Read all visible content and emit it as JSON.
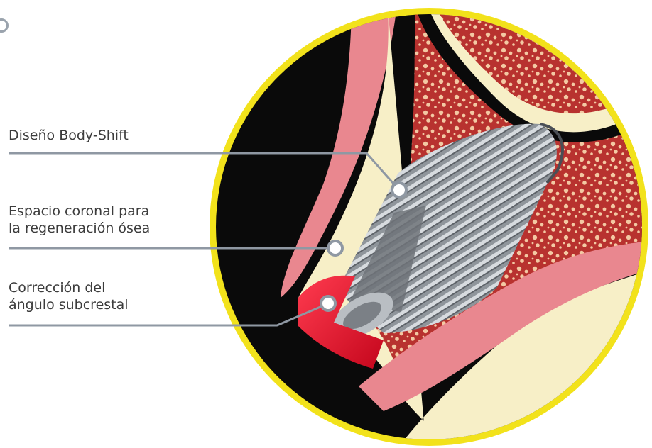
{
  "colors": {
    "ring": "#f2e21b",
    "background": "#0a0a0a",
    "gum": "#e9878f",
    "bone_outer": "#f7efc7",
    "bone_marrow": "#b8322f",
    "implant": "#9ea3a8",
    "collar": "#e2112a",
    "leader_line": "#8f98a3"
  },
  "labels": {
    "body_shift": "Diseño Body-Shift",
    "coronal_space_line1": "Espacio coronal para",
    "coronal_space_line2": "la regeneración ósea",
    "subcrestal_line1": "Corrección del",
    "subcrestal_line2": "ángulo subcrestal"
  }
}
